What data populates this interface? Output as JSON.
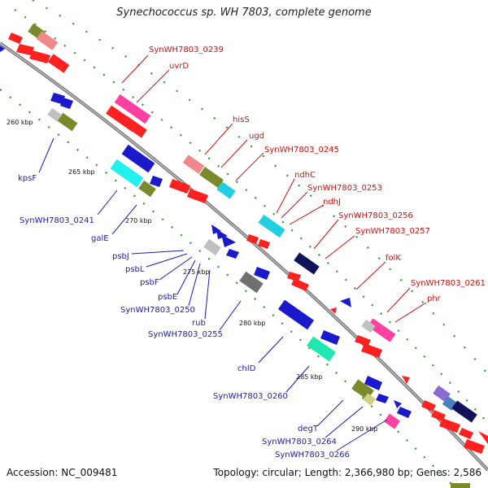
{
  "title": "Synechococcus sp. WH 7803, complete genome",
  "accession": "Accession: NC_009481",
  "summary": "Topology: circular; Length: 2,366,980 bp; Genes: 2,586",
  "colors": {
    "red_label": "#d01010",
    "blue_label": "#1a1ac0",
    "backbone": "#888888",
    "tick": "#2a9a2a"
  },
  "kbp_ticks": [
    "260 kbp",
    "265 kbp",
    "270 kbp",
    "275 kbp",
    "280 kbp",
    "285 kbp",
    "290 kbp"
  ],
  "red_labels": [
    "SynWH7803_0239",
    "uvrD",
    "hisS",
    "ugd",
    "SynWH7803_0245",
    "ndhC",
    "SynWH7803_0253",
    "ndhJ",
    "SynWH7803_0256",
    "SynWH7803_0257",
    "folK",
    "SynWH7803_0261",
    "phr"
  ],
  "blue_labels": [
    "kpsF",
    "SynWH7803_0241",
    "galE",
    "psbJ",
    "psbL",
    "psbF",
    "psbE",
    "SynWH7803_0250",
    "rub",
    "SynWH7803_0255",
    "chlD",
    "SynWH7803_0260",
    "degT",
    "SynWH7803_0264",
    "SynWH7803_0266"
  ]
}
